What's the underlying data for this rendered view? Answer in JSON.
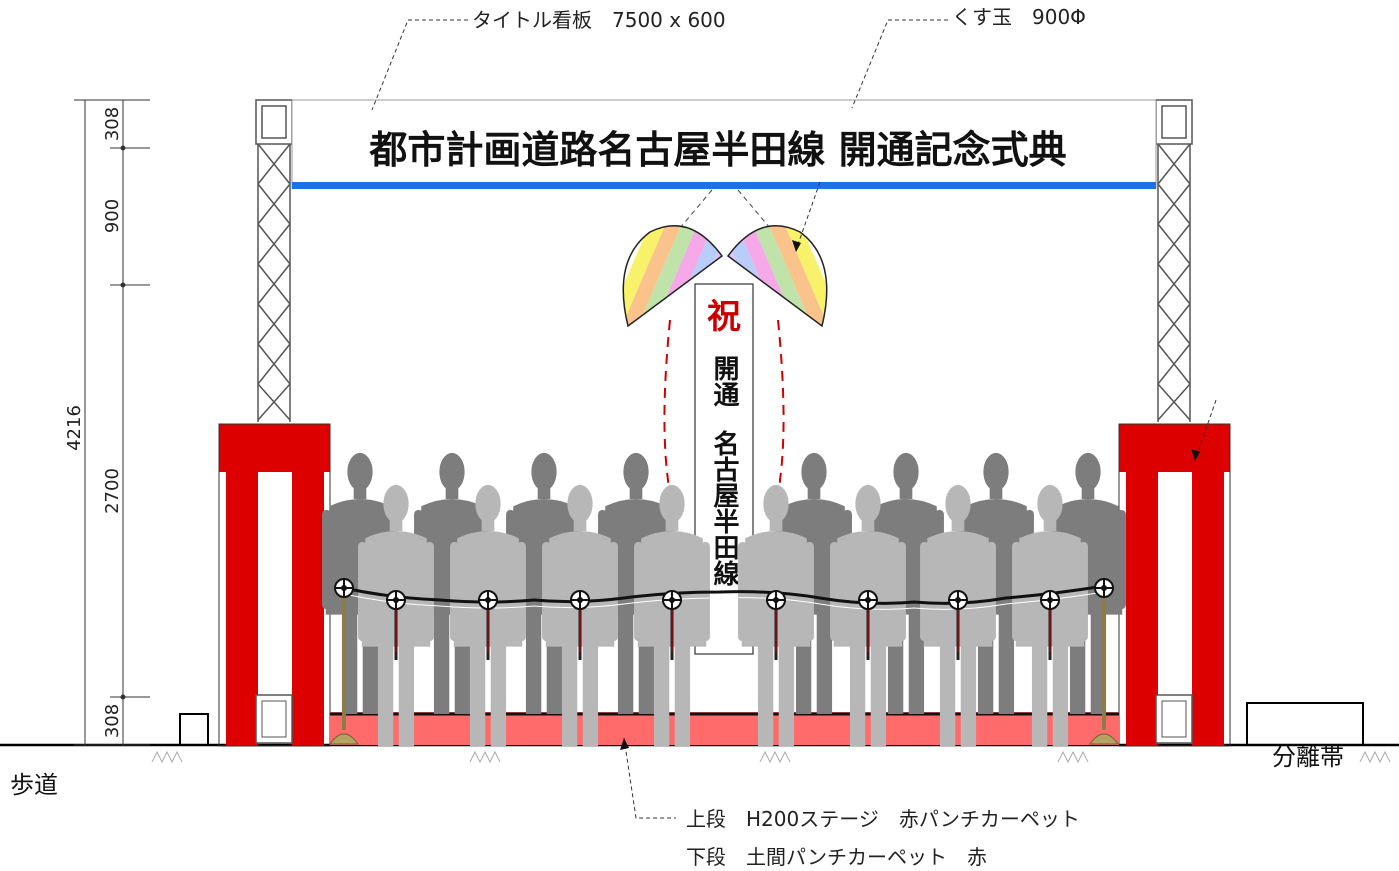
{
  "signboard": {
    "title": "都市計画道路名古屋半田線 開通記念式典",
    "stripe_color": "#1e6fe8"
  },
  "banner": {
    "mark": "祝",
    "line1": "開通",
    "line2": "名古屋半田線",
    "mark_color": "#cc0000"
  },
  "annotations": {
    "signboard_note": "タイトル看板　7500 x 600",
    "kusudama_note": "くす玉　900Φ",
    "stage_note_upper": "上段　H200ステージ　赤パンチカーペット",
    "stage_note_lower": "下段　土間パンチカーペット　赤"
  },
  "ground_labels": {
    "left": "歩道",
    "right": "分離帯"
  },
  "dimensions": {
    "total": "4216",
    "top": "308",
    "kusudama": "900",
    "middle": "2700",
    "bottom": "308"
  },
  "colors": {
    "pillar_red": "#dd0000",
    "carpet": "#ff6b6b",
    "figure_dark": "#7d7d7d",
    "figure_light": "#b7b7b7",
    "kusudama_stripes": [
      "#f7f26a",
      "#f9c38b",
      "#bfe3a8",
      "#f6a9e8",
      "#b8cdfa",
      "#dec2f5",
      "#e60f7a"
    ]
  }
}
